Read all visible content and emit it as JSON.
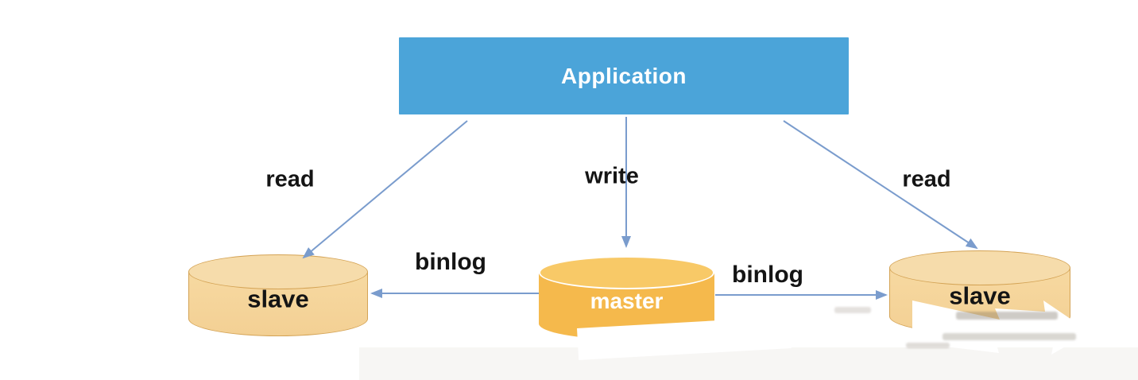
{
  "diagram": {
    "colors": {
      "app_fill": "#4ba4d9",
      "app_text": "#ffffff",
      "master_fill": "#f5b94c",
      "master_top": "#f8c967",
      "master_text": "#ffffff",
      "slave_fill": "#f7d9a1",
      "slave_top": "#f6dcab",
      "slave_edge": "#d4a355",
      "label_text": "#141414",
      "arrow_blue": "#7a9ccd"
    },
    "nodes": {
      "application": {
        "label": "Application",
        "shape": "rectangle"
      },
      "master": {
        "label": "master",
        "shape": "cylinder"
      },
      "slave_left": {
        "label": "slave",
        "shape": "cylinder"
      },
      "slave_right": {
        "label": "slave",
        "shape": "cylinder"
      }
    },
    "edges": [
      {
        "label": "read",
        "from": "application",
        "to": "slave_left"
      },
      {
        "label": "write",
        "from": "application",
        "to": "master"
      },
      {
        "label": "read",
        "from": "application",
        "to": "slave_right"
      },
      {
        "label": "binlog",
        "from": "master",
        "to": "slave_left"
      },
      {
        "label": "binlog",
        "from": "master",
        "to": "slave_right"
      }
    ]
  }
}
